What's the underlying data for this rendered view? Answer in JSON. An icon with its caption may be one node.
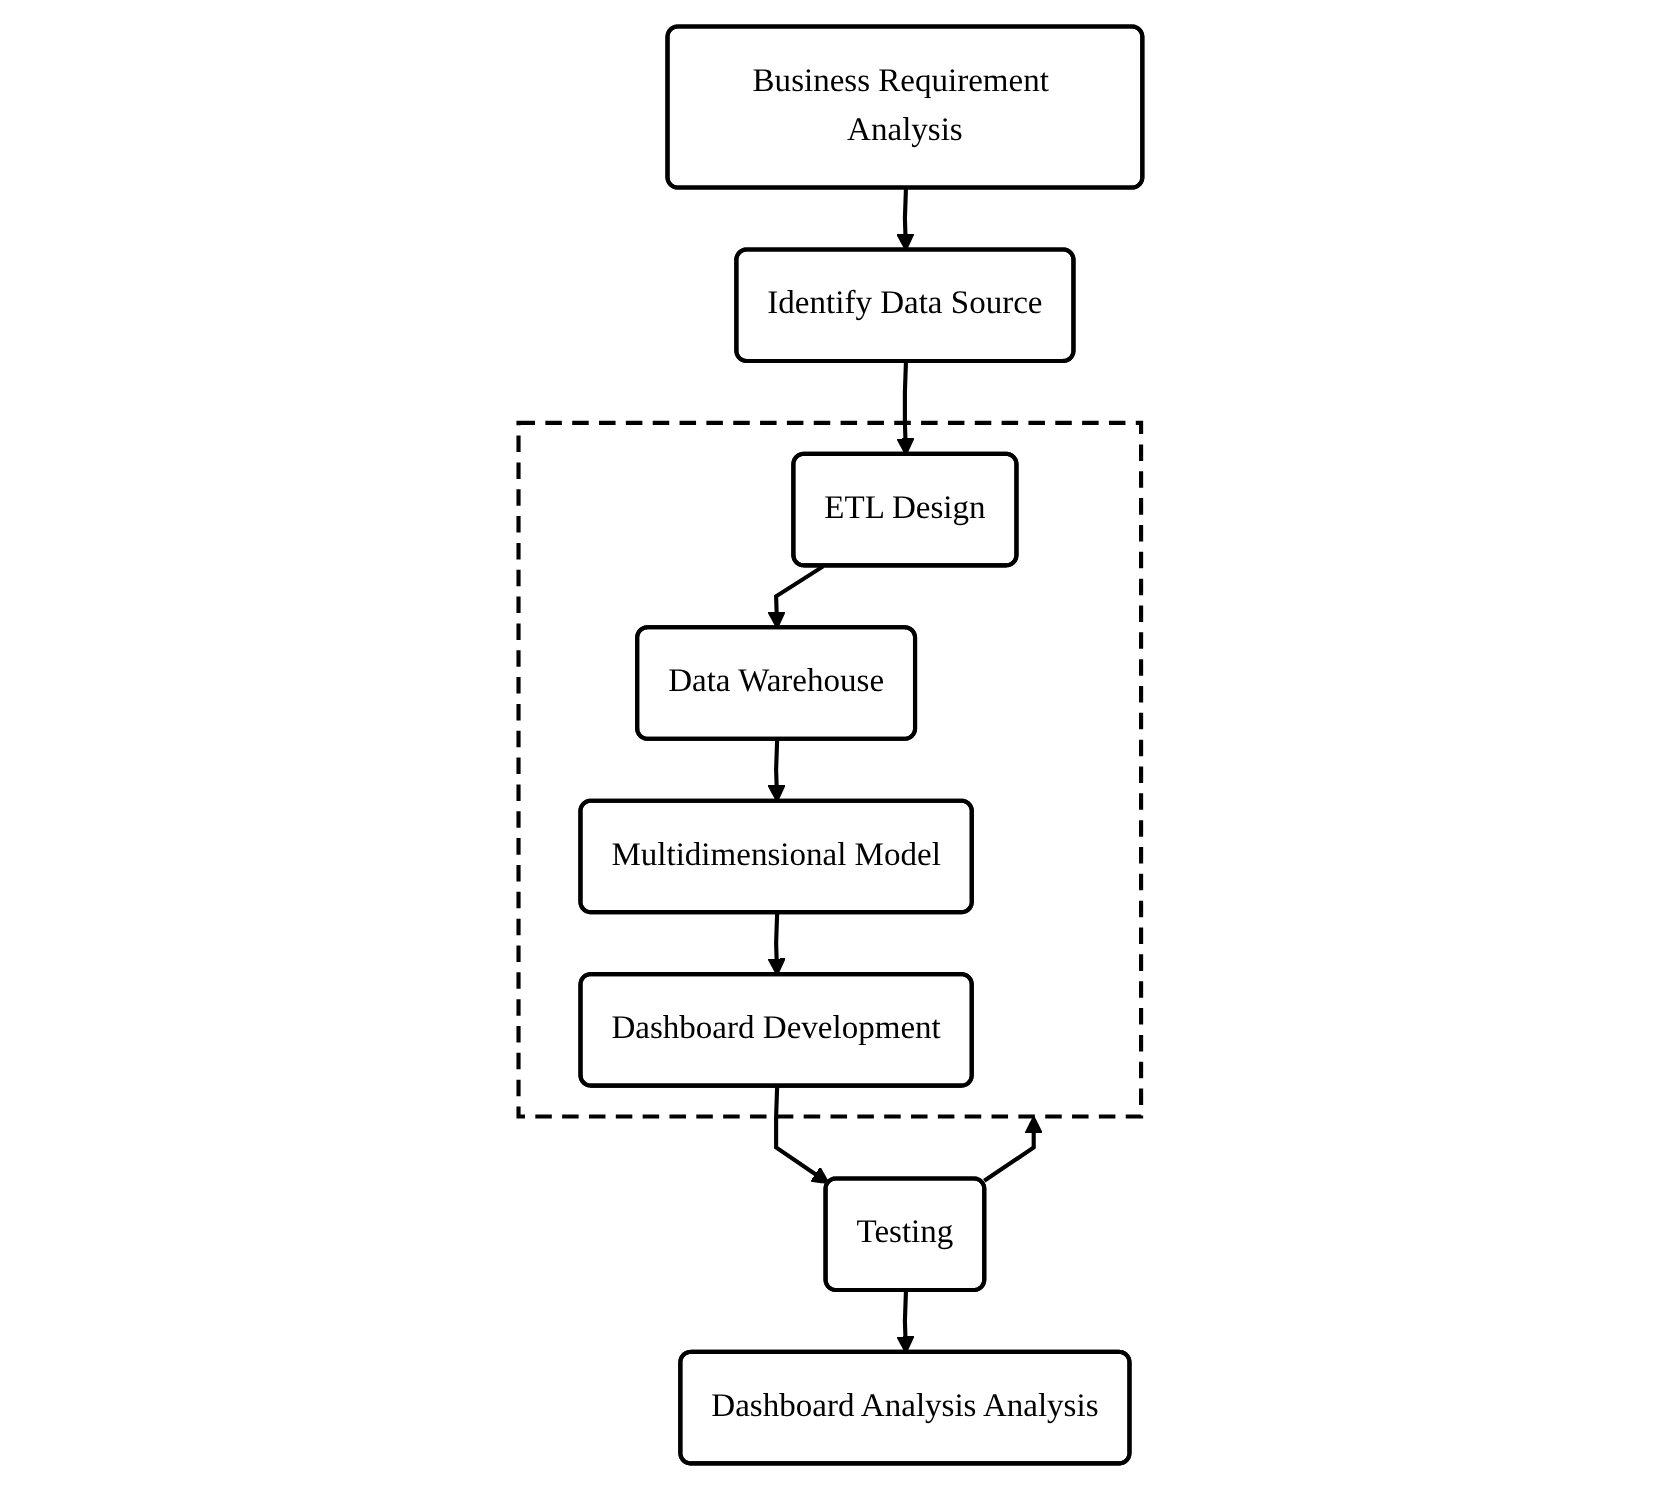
{
  "diagram": {
    "nodes": [
      {
        "text": [
          "Business Requirement Analysis"
        ]
      },
      {
        "text": [
          "Identify Data Source"
        ]
      },
      {
        "text": [],
        "shape": "box"
      },
      {
        "text": [
          "ETL Design"
        ],
        "in": 2
      },
      {
        "text": [
          "Data Warehouse"
        ],
        "in": 2
      },
      {
        "text": [
          "Multidimensional Model"
        ],
        "in": 2
      },
      {
        "text": [
          "Dashboard Development"
        ],
        "in": 2
      },
      {
        "text": [
          "Testing"
        ]
      },
      {
        "text": [
          "Dashboard Analysis Analysis"
        ]
      }
    ],
    "edges": [
      {
        "from": 0,
        "to": 1,
        "arrow": "to"
      },
      {
        "from": 1,
        "to": 3,
        "arrow": "to"
      },
      {
        "from": 3,
        "to": 4,
        "arrow": "to"
      },
      {
        "from": 4,
        "to": 5,
        "arrow": "to"
      },
      {
        "from": 5,
        "to": 6,
        "arrow": "to"
      },
      {
        "from": 6,
        "to": 7,
        "arrow": "to"
      },
      {
        "from": 7,
        "to": 8,
        "arrow": "to"
      },
      {
        "from": 7,
        "to": 2,
        "arrow": "to"
      }
    ]
  }
}
